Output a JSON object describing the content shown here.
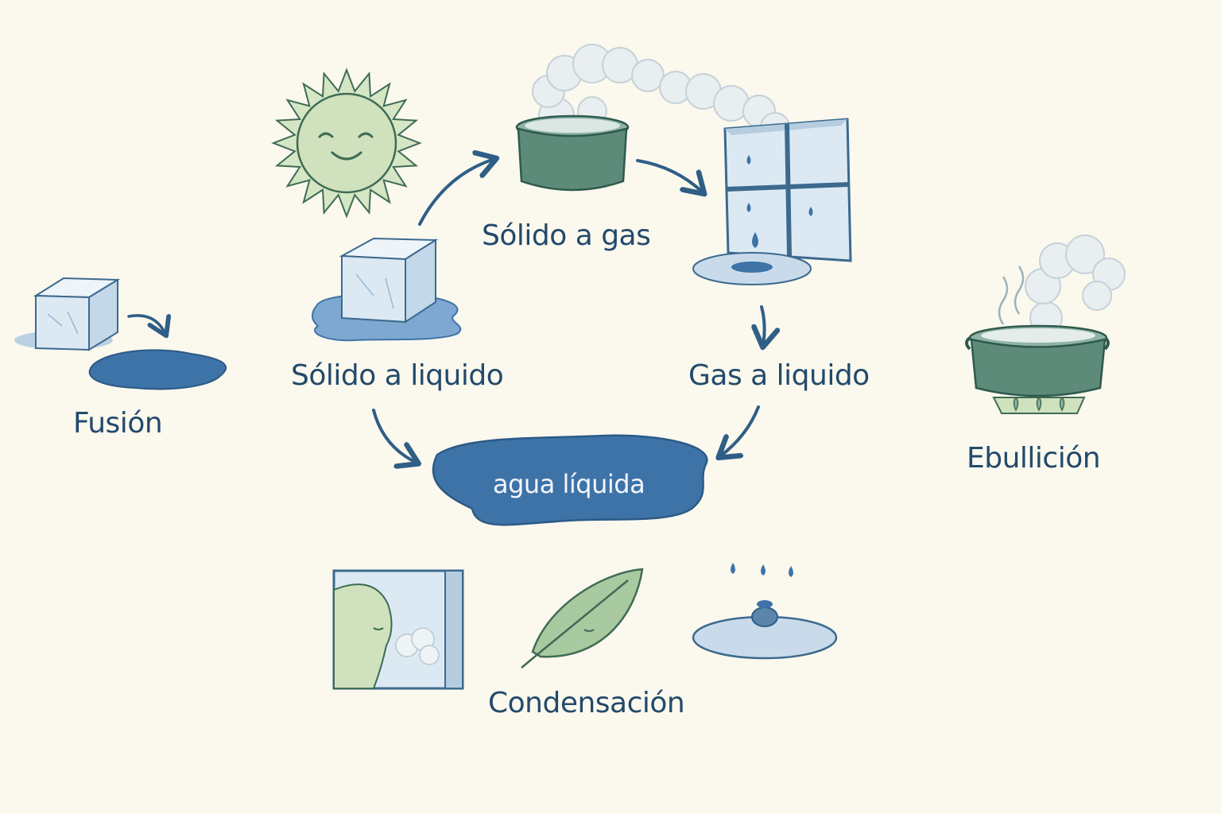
{
  "labels": {
    "fusion": "Fusión",
    "solido_a_liquido": "Sólido a liquido",
    "solido_a_gas": "Sólido a gas",
    "gas_a_liquido": "Gas a liquido",
    "agua_liquida": "agua líquida",
    "ebullicion": "Ebullición",
    "condensacion": "Condensación"
  },
  "colors": {
    "background": "#fbf8ee",
    "text": "#234a6b",
    "water": "#3e73a8",
    "water_light": "#7ea8d2",
    "pot_green": "#5e8a7a",
    "sun_green": "#cfe2bd",
    "ice": "#dce9f3",
    "steam": "#e9eef0",
    "arrow": "#2f5e86"
  }
}
